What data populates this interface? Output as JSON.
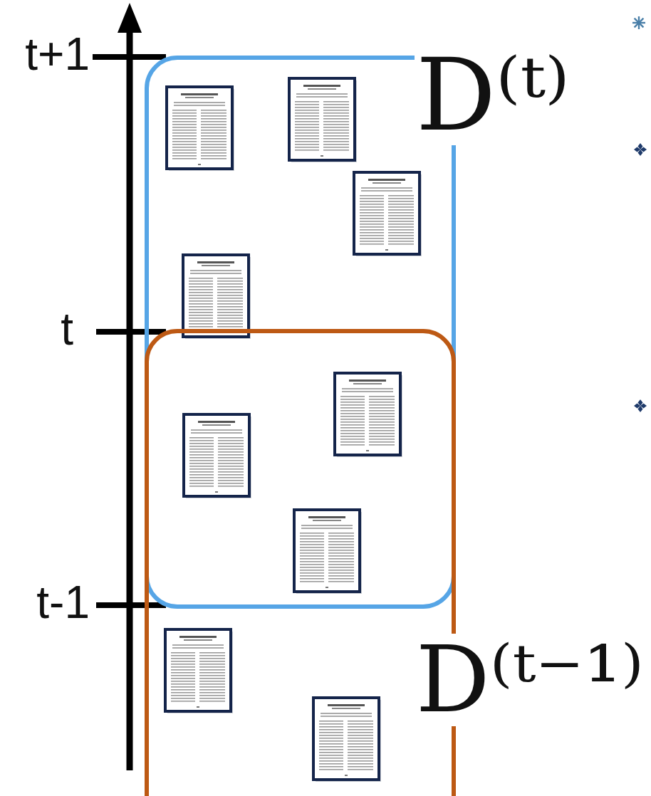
{
  "diagram": {
    "nodes": [
      {
        "text": [
          "D⁽ᵗ⁾"
        ]
      },
      {
        "text": [
          "D⁽ᵗ⁻¹⁾"
        ]
      }
    ],
    "labels": [
      "t+1",
      "t",
      "t-1"
    ]
  }
}
